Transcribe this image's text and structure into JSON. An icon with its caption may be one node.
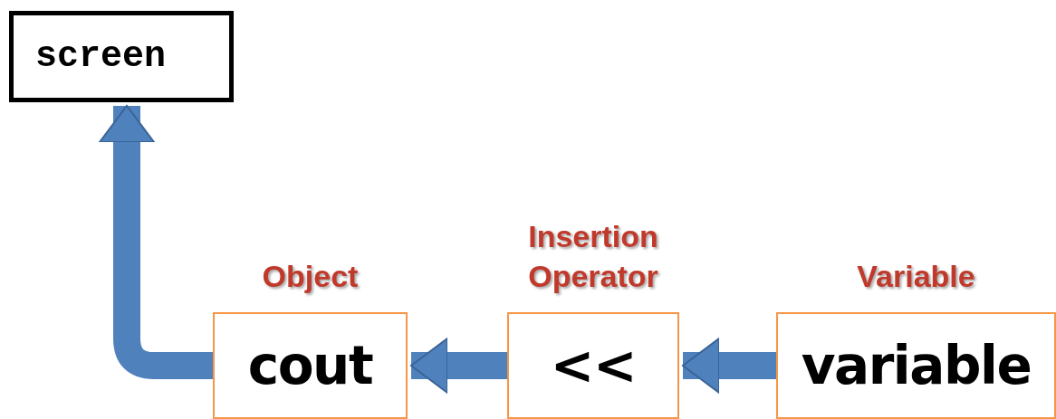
{
  "diagram": {
    "nodes": [
      {
        "text": [
          "screen"
        ]
      },
      {
        "text": [
          "Object",
          "cout"
        ]
      },
      {
        "text": [
          "Insertion Operator",
          "<<"
        ]
      },
      {
        "text": [
          "Variable",
          "variable"
        ]
      }
    ],
    "edges": [
      {
        "from": 3,
        "to": 2,
        "arrow": "to"
      },
      {
        "from": 2,
        "to": 1,
        "arrow": "to"
      },
      {
        "from": 1,
        "to": 0,
        "arrow": "to"
      }
    ]
  }
}
